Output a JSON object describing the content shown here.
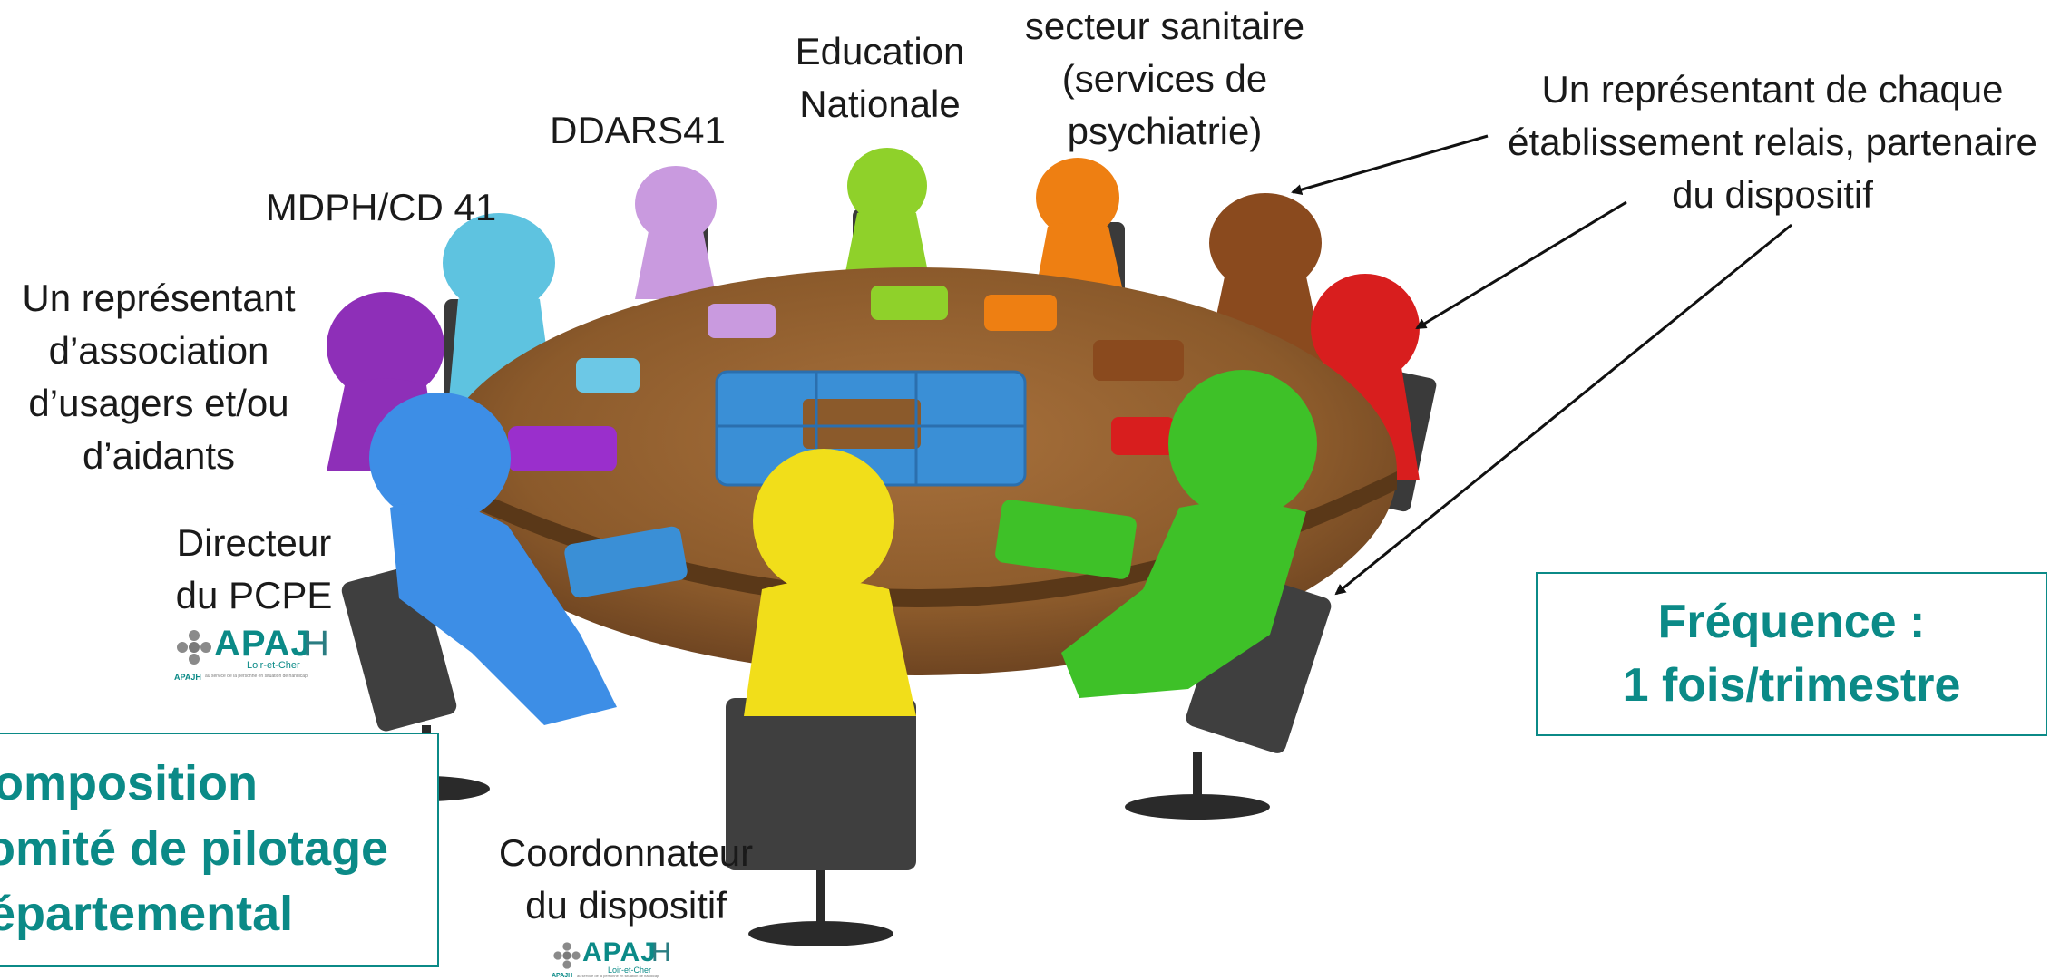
{
  "labels": {
    "secteur_sanitaire": [
      "secteur sanitaire",
      "(services de",
      "psychiatrie)"
    ],
    "education": [
      "Education",
      "Nationale"
    ],
    "ddars": "DDARS41",
    "mdph": "MDPH/CD 41",
    "representant_etablissement": [
      "Un représentant de chaque",
      "établissement relais, partenaire",
      "du dispositif"
    ],
    "representant_association": [
      "Un représentant",
      "d’association",
      "d’usagers et/ou",
      "d’aidants"
    ],
    "directeur": [
      "Directeur",
      "du PCPE"
    ],
    "coordonnateur": [
      "Coordonnateur",
      "du dispositif"
    ]
  },
  "composition_box": [
    "Composition",
    "comité de pilotage",
    "départemental"
  ],
  "frequence_box": [
    "Fréquence :",
    "1 fois/trimestre"
  ],
  "logo": {
    "brand": "APAJ",
    "brand_h": "H",
    "sub": "Loir-et-Cher",
    "small": "APAJH",
    "tagline": "au service de la personne en situation de handicap"
  },
  "colors": {
    "accent": "#0b8a87",
    "table": "#8b5a2b",
    "puzzle_blue": "#3a8fd6",
    "figure_purple": "#8e2fb8",
    "figure_cyan": "#5ec3e0",
    "figure_lavender": "#c99adf",
    "figure_lime": "#8fd12a",
    "figure_orange": "#ee7f12",
    "figure_brown": "#8a4a1e",
    "figure_red": "#d81e1e",
    "figure_blue": "#3d8ee6",
    "figure_yellow": "#f1de1a",
    "figure_green": "#3ec128",
    "chair": "#3a3a3a"
  }
}
